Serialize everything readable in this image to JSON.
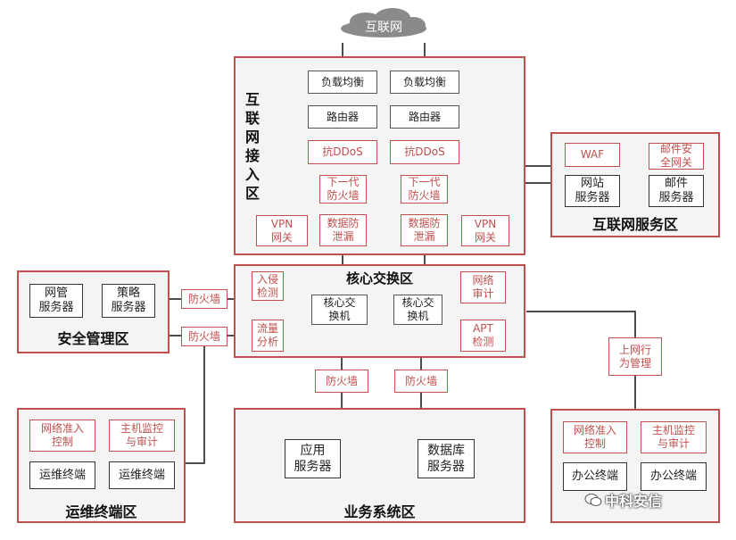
{
  "cloud": {
    "label": "互联网"
  },
  "zones": {
    "internet_access": {
      "title": "互联\n网接\n入区",
      "load_balancer_1": "负载均衡",
      "load_balancer_2": "负载均衡",
      "router_1": "路由器",
      "router_2": "路由器",
      "anti_ddos_1": "抗DDoS",
      "anti_ddos_2": "抗DDoS",
      "ngfw_1": "下一代\n防火墙",
      "ngfw_2": "下一代\n防火墙",
      "vpn_1": "VPN\n网关",
      "vpn_2": "VPN\n网关",
      "dlp_1": "数据防\n泄漏",
      "dlp_2": "数据防\n泄漏"
    },
    "internet_service": {
      "title": "互联网服务区",
      "waf": "WAF",
      "mail_gateway": "邮件安\n全网关",
      "web_server": "网站\n服务器",
      "mail_server": "邮件\n服务器"
    },
    "core_switch": {
      "title": "核心交换区",
      "ids": "入侵\n检测",
      "flow_analysis": "流量\n分析",
      "core_switch_1": "核心交\n换机",
      "core_switch_2": "核心交\n换机",
      "net_audit": "网络\n审计",
      "apt": "APT\n检测"
    },
    "security_mgmt": {
      "title": "安全管理区",
      "nms_server": "网管\n服务器",
      "policy_server": "策略\n服务器"
    },
    "ops_terminal": {
      "title": "运维终端区",
      "nac": "网络准入\n控制",
      "host_audit": "主机监控\n与审计",
      "terminal_1": "运维终端",
      "terminal_2": "运维终端"
    },
    "business": {
      "title": "业务系统区",
      "app_server": "应用\n服务器",
      "db_server": "数据库\n服务器"
    },
    "office": {
      "nac": "网络准入\n控制",
      "host_audit": "主机监控\n与审计",
      "terminal_1": "办公终端",
      "terminal_2": "办公终端"
    }
  },
  "standalone": {
    "fw_mgmt_1": "防火墙",
    "fw_mgmt_2": "防火墙",
    "fw_biz_1": "防火墙",
    "fw_biz_2": "防火墙",
    "behavior_mgmt": "上网行\n为管理"
  },
  "watermark": "中科安信"
}
